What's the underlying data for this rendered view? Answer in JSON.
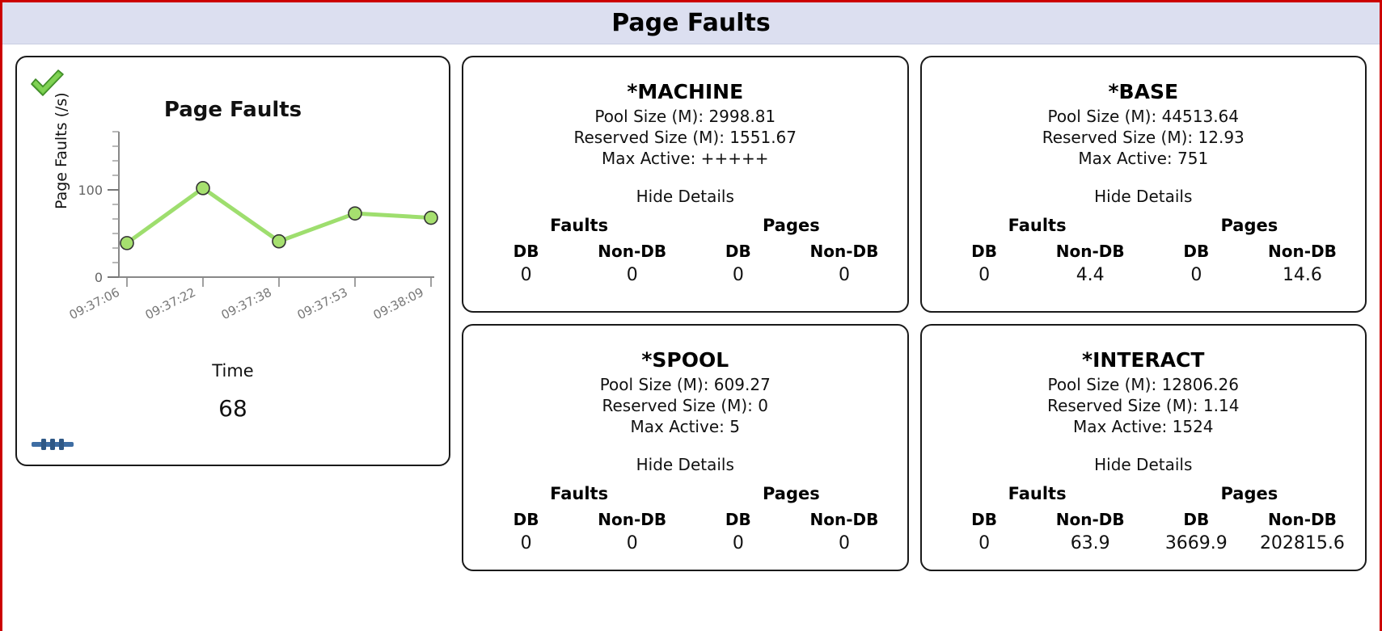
{
  "header": {
    "title": "Page Faults"
  },
  "chart_panel": {
    "status_icon": "green-check-icon",
    "drag_icon": "drag-handle-icon",
    "current_value": "68"
  },
  "chart_data": {
    "type": "line",
    "title": "Page Faults",
    "xlabel": "Time",
    "ylabel": "Page Faults (/s)",
    "categories": [
      "09:37:06",
      "09:37:22",
      "09:37:38",
      "09:37:53",
      "09:38:09"
    ],
    "values": [
      39,
      102,
      41,
      73,
      68
    ],
    "ylim": [
      0,
      145
    ],
    "yticks": [
      0,
      100
    ],
    "ytick_labels": [
      "0",
      "100"
    ],
    "grid": false,
    "legend": "none",
    "series_color": "#9ede6e",
    "marker_color": "#a6e06f",
    "marker_edge": "#333333"
  },
  "pools": [
    {
      "name": "*MACHINE",
      "pool_size_label": "Pool Size (M): 2998.81",
      "reserved_size_label": "Reserved Size (M): 1551.67",
      "max_active_label": "Max Active: +++++",
      "toggle_label": "Hide Details",
      "group_headers": [
        "Faults",
        "Pages"
      ],
      "sub_headers": [
        "DB",
        "Non-DB",
        "DB",
        "Non-DB"
      ],
      "values": [
        "0",
        "0",
        "0",
        "0"
      ]
    },
    {
      "name": "*BASE",
      "pool_size_label": "Pool Size (M): 44513.64",
      "reserved_size_label": "Reserved Size (M): 12.93",
      "max_active_label": "Max Active: 751",
      "toggle_label": "Hide Details",
      "group_headers": [
        "Faults",
        "Pages"
      ],
      "sub_headers": [
        "DB",
        "Non-DB",
        "DB",
        "Non-DB"
      ],
      "values": [
        "0",
        "4.4",
        "0",
        "14.6"
      ]
    },
    {
      "name": "*SPOOL",
      "pool_size_label": "Pool Size (M): 609.27",
      "reserved_size_label": "Reserved Size (M): 0",
      "max_active_label": "Max Active: 5",
      "toggle_label": "Hide Details",
      "group_headers": [
        "Faults",
        "Pages"
      ],
      "sub_headers": [
        "DB",
        "Non-DB",
        "DB",
        "Non-DB"
      ],
      "values": [
        "0",
        "0",
        "0",
        "0"
      ]
    },
    {
      "name": "*INTERACT",
      "pool_size_label": "Pool Size (M): 12806.26",
      "reserved_size_label": "Reserved Size (M): 1.14",
      "max_active_label": "Max Active: 1524",
      "toggle_label": "Hide Details",
      "group_headers": [
        "Faults",
        "Pages"
      ],
      "sub_headers": [
        "DB",
        "Non-DB",
        "DB",
        "Non-DB"
      ],
      "values": [
        "0",
        "63.9",
        "3669.9",
        "202815.6"
      ]
    }
  ],
  "colors": {
    "header_bg": "#dcdff0",
    "window_border": "#cc0000",
    "line": "#9ede6e",
    "panel_border": "#1a1a1a"
  }
}
